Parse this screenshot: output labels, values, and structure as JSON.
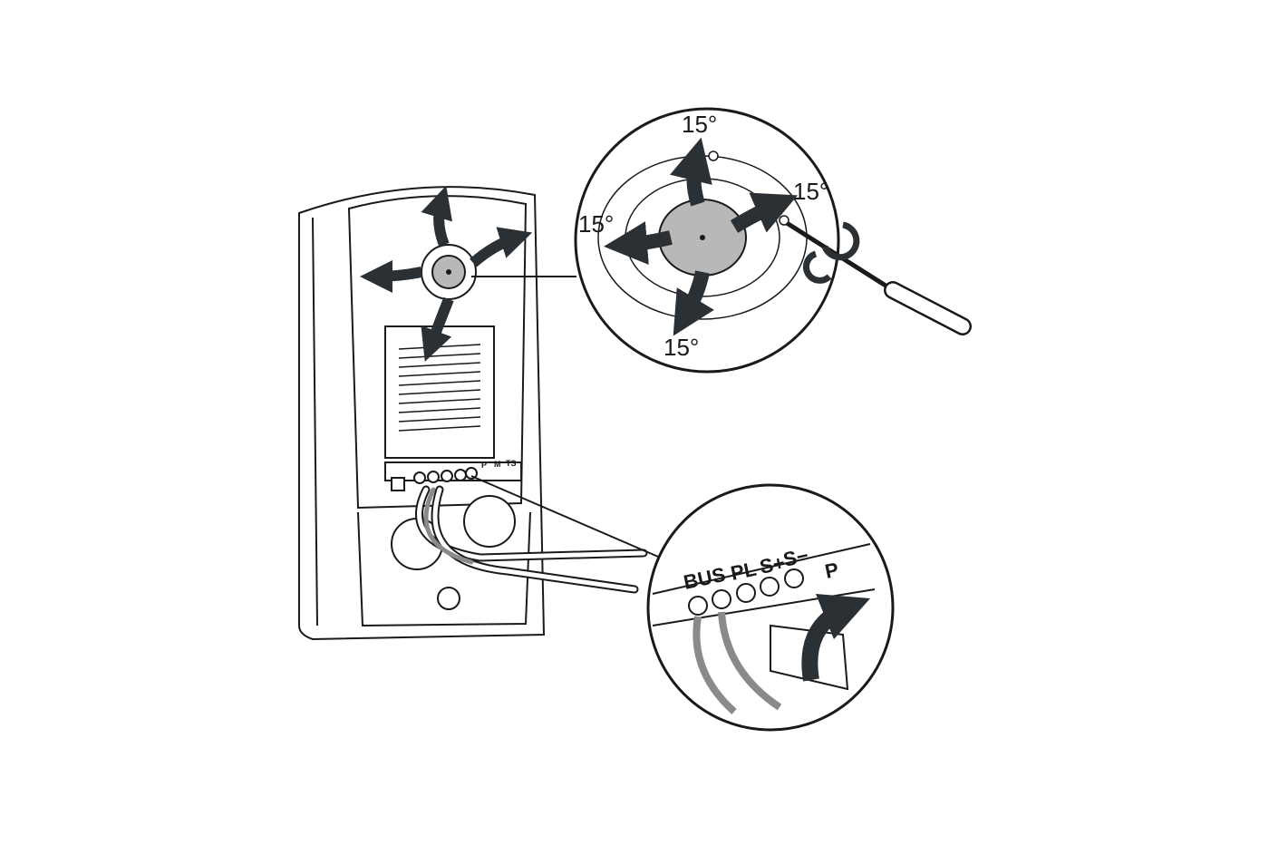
{
  "diagram": {
    "detail_top": {
      "angle_top": "15°",
      "angle_right": "15°",
      "angle_left": "15°",
      "angle_bottom": "15°"
    },
    "detail_bottom": {
      "terminal_bus": "BUS",
      "terminal_pl": "PL",
      "terminal_s_plus": "S+",
      "terminal_s_minus": "S−",
      "label_p": "P"
    },
    "device": {
      "label_p": "P",
      "label_m": "M",
      "label_ts": "TS"
    },
    "colors": {
      "line": "#1a1a1a",
      "arrow": "#2b3035",
      "grey": "#b8b8b8",
      "cable": "#8a8a8a"
    }
  }
}
